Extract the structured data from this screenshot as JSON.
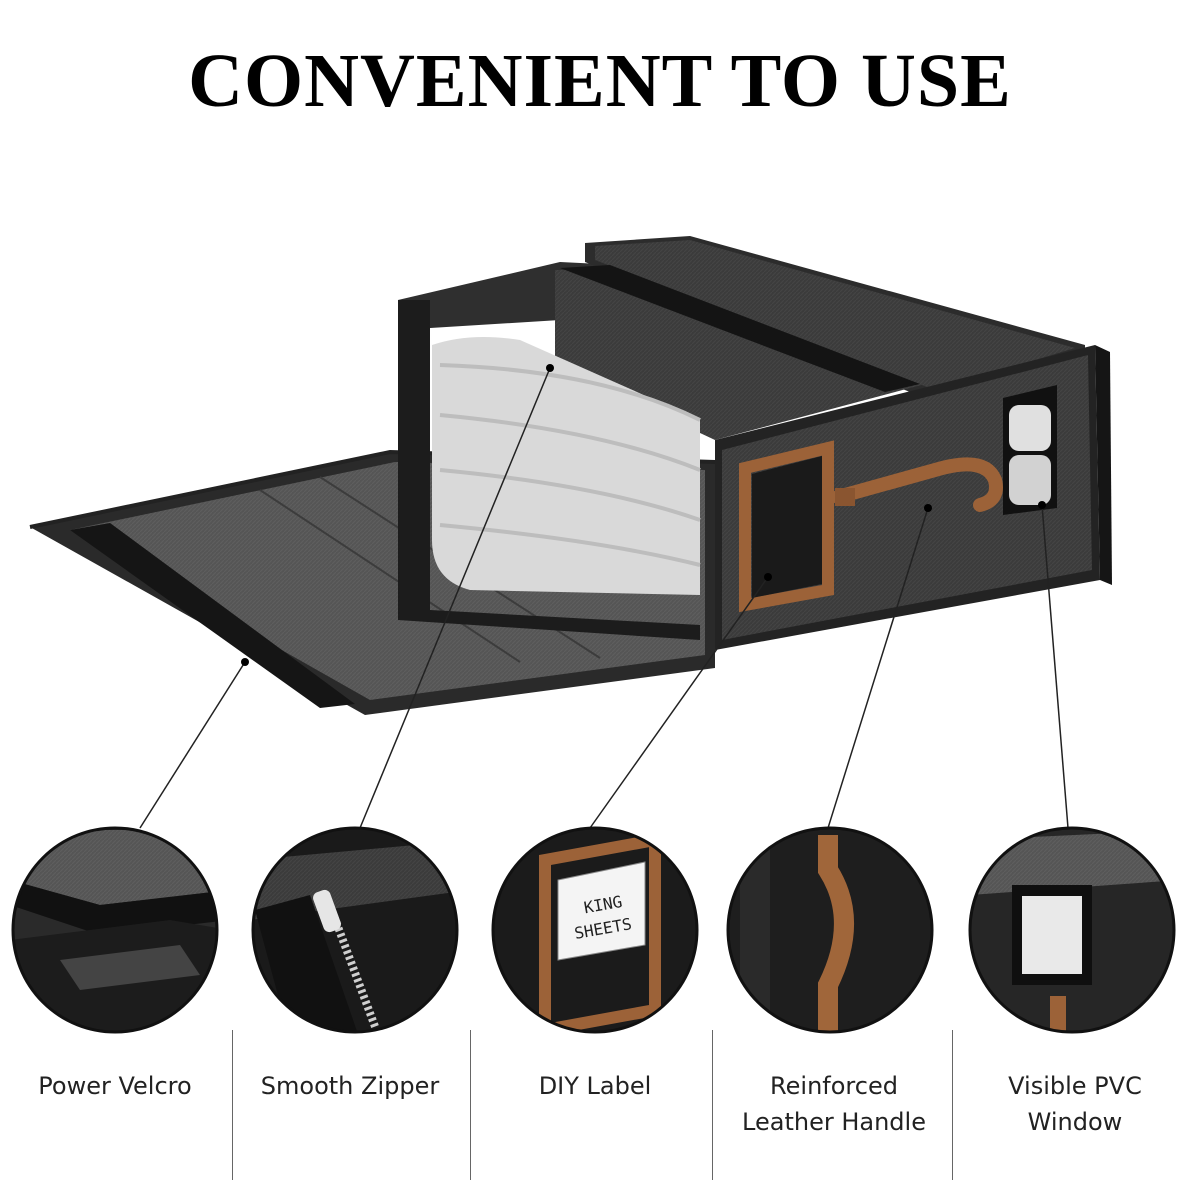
{
  "headline": "CONVENIENT TO USE",
  "inset_text": {
    "label_card": [
      "KING",
      "SHEETS"
    ]
  },
  "features": [
    {
      "label": "Power Velcro"
    },
    {
      "label": "Smooth Zipper"
    },
    {
      "label": "DIY   Label"
    },
    {
      "label": "Reinforced\nLeather Handle"
    },
    {
      "label": "Visible PVC\nWindow"
    }
  ],
  "colors": {
    "box_fabric": "#3a3a3a",
    "box_dark": "#1e1e1e",
    "lid_top": "#4a4a4a",
    "sheets": "#dcdcdc",
    "leather": "#a0663a",
    "background": "#ffffff"
  }
}
